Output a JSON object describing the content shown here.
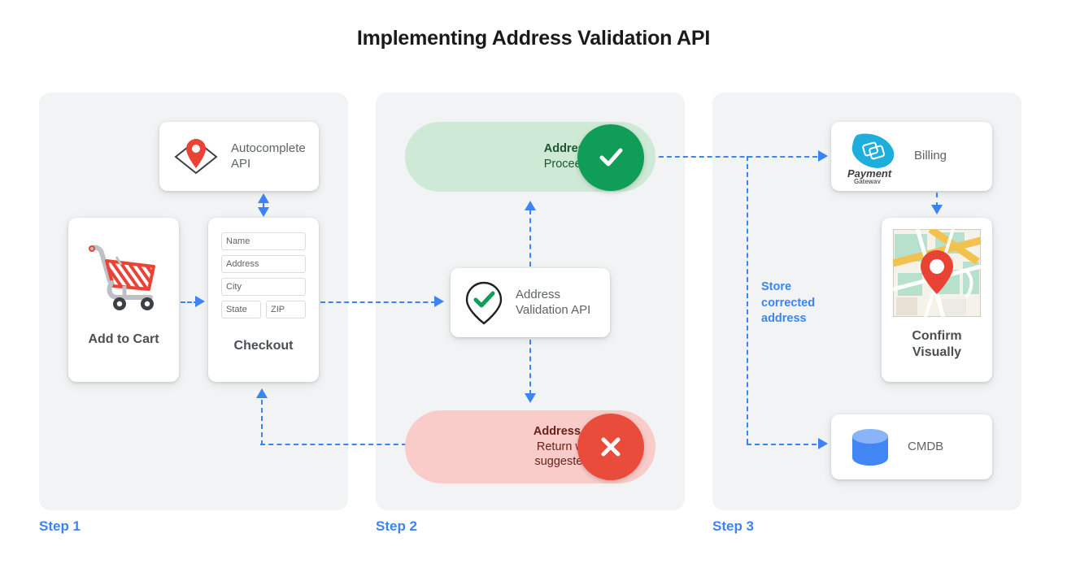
{
  "title": "Implementing Address Validation API",
  "colors": {
    "accent_blue": "#3c84f5",
    "panel_bg": "#f1f3f4",
    "valid_bg": "#ceead6",
    "valid_circle": "#0f9d58",
    "invalid_bg": "#f9ccc9",
    "invalid_circle": "#ea4c3b",
    "cart_red": "#ea4335",
    "pin_red": "#ea4335",
    "cmdb_blue": "#4285f4",
    "payment_cyan": "#1eaedb"
  },
  "steps": [
    {
      "label": "Step 1"
    },
    {
      "label": "Step 2"
    },
    {
      "label": "Step 3"
    }
  ],
  "step1": {
    "autocomplete": {
      "label_line1": "Autocomplete",
      "label_line2": "API",
      "icon": "map-pin-on-map-icon"
    },
    "cart": {
      "label": "Add to Cart",
      "icon": "shopping-cart-icon"
    },
    "checkout": {
      "label": "Checkout",
      "fields": [
        {
          "name": "name-field",
          "placeholder": "Name"
        },
        {
          "name": "address-field",
          "placeholder": "Address"
        },
        {
          "name": "city-field",
          "placeholder": "City"
        }
      ],
      "fields_row": [
        {
          "name": "state-field",
          "placeholder": "State"
        },
        {
          "name": "zip-field",
          "placeholder": "ZIP"
        }
      ]
    }
  },
  "step2": {
    "valid": {
      "headline": "Address is valid.",
      "detail": "Proceed to billing.",
      "icon": "check-icon"
    },
    "invalid": {
      "headline": "Address is invalid.",
      "detail_line1": "Return with Google",
      "detail_line2": "suggested address.",
      "icon": "close-x-icon"
    },
    "validation_api": {
      "label_line1": "Address",
      "label_line2": "Validation API",
      "icon": "pin-with-check-icon"
    }
  },
  "step3": {
    "billing": {
      "label": "Billing",
      "logo_line1": "Payment",
      "logo_line2": "Gateway",
      "icon": "payment-gateway-logo-icon"
    },
    "confirm": {
      "label_line1": "Confirm",
      "label_line2": "Visually",
      "icon": "map-thumbnail-icon"
    },
    "cmdb": {
      "label": "CMDB",
      "icon": "database-cylinder-icon"
    },
    "annotation_line1": "Store",
    "annotation_line2": "corrected",
    "annotation_line3": "address"
  }
}
